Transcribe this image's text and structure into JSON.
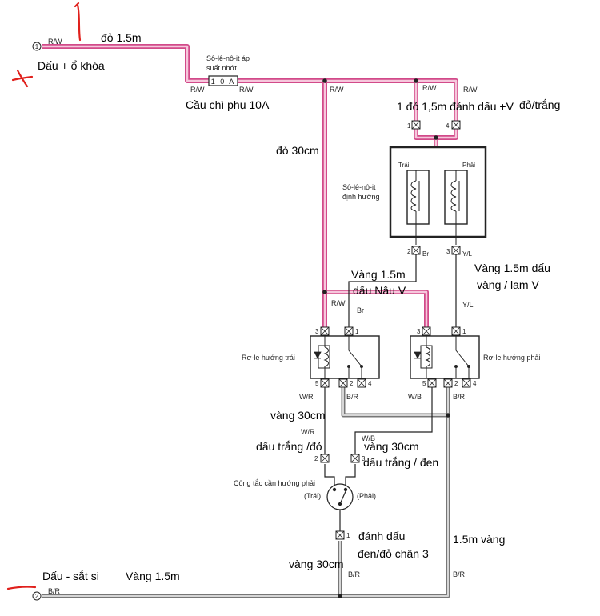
{
  "terminals": {
    "t1": "1",
    "t2": "2"
  },
  "wire_codes": {
    "rw_top": "R/W",
    "rw_fuse_left": "R/W",
    "rw_fuse_right": "R/W",
    "rw_main": "R/W",
    "rw_sol_left": "R/W",
    "rw_sol_right": "R/W",
    "br_sol": "Br",
    "yl_sol": "Y/L",
    "rw_relay_left": "R/W",
    "br_relay_left": "Br",
    "yl_relay_right": "Y/L",
    "wr_relay_left": "W/R",
    "br_relay_left_bottom": "B/R",
    "wb_relay_right": "W/B",
    "br_relay_right_bottom": "B/R",
    "wr_switch": "W/R",
    "wb_switch": "W/B",
    "br_switch": "B/R",
    "br_right": "B/R",
    "br_ground": "B/R"
  },
  "components": {
    "pressure_solenoid": "Sô-lê-nô-it áp",
    "pressure_solenoid_2": "suất nhớt",
    "fuse_label": "1 0 A",
    "dir_solenoid": "Sô-lê-nô-it",
    "dir_solenoid_2": "định hướng",
    "left_coil": "Trái",
    "right_coil": "Phải",
    "left_relay": "Rơ-le hướng trái",
    "right_relay": "Rơ-le hướng phải",
    "switch": "Công tắc cần hướng phải",
    "switch_left": "(Trái)",
    "switch_right": "(Phải)"
  },
  "pins": {
    "sol_1": "1",
    "sol_4": "4",
    "sol_2": "2",
    "sol_3": "3",
    "rl_3": "3",
    "rl_1": "1",
    "rl_5": "5",
    "rl_2": "2",
    "rl_4": "4",
    "rr_3": "3",
    "rr_1": "1",
    "rr_5": "5",
    "rr_2": "2",
    "rr_4": "4",
    "sw_2": "2",
    "sw_3": "3",
    "sw_1": "1"
  },
  "handwritten": {
    "do_15m": "đỏ 1.5m",
    "dau_o_khoa": "Dấu + ổ khóa",
    "cau_chi": "Cầu chì phụ 10A",
    "do_30cm": "đỏ 30cm",
    "sol_note_1": "1 đỏ 1,5m đánh dấu +V",
    "sol_note_2": "đỏ/trắng",
    "vang_nau_1": "Vàng 1.5m",
    "vang_nau_2": "dấu Nâu V",
    "vang_lam_1": "Vàng 1.5m dấu",
    "vang_lam_2": "vàng / lam V",
    "vang30_left_1": "vàng 30cm",
    "vang30_left_2": "dấu trắng /đỏ",
    "vang30_right_1": "vàng 30cm",
    "vang30_right_2": "dấu trắng / đen",
    "danh_dau_1": "đánh dấu",
    "danh_dau_2": "đen/đỏ chân 3",
    "vang15_right": "1.5m vàng",
    "vang30_bottom": "vàng 30cm",
    "dau_sat_si": "Dấu - sắt si",
    "vang15_bottom": "Vàng 1.5m"
  },
  "colors": {
    "pink_wire": "#d24a8a",
    "ground_wire": "#777777",
    "annotation_red": "#e0201c"
  }
}
